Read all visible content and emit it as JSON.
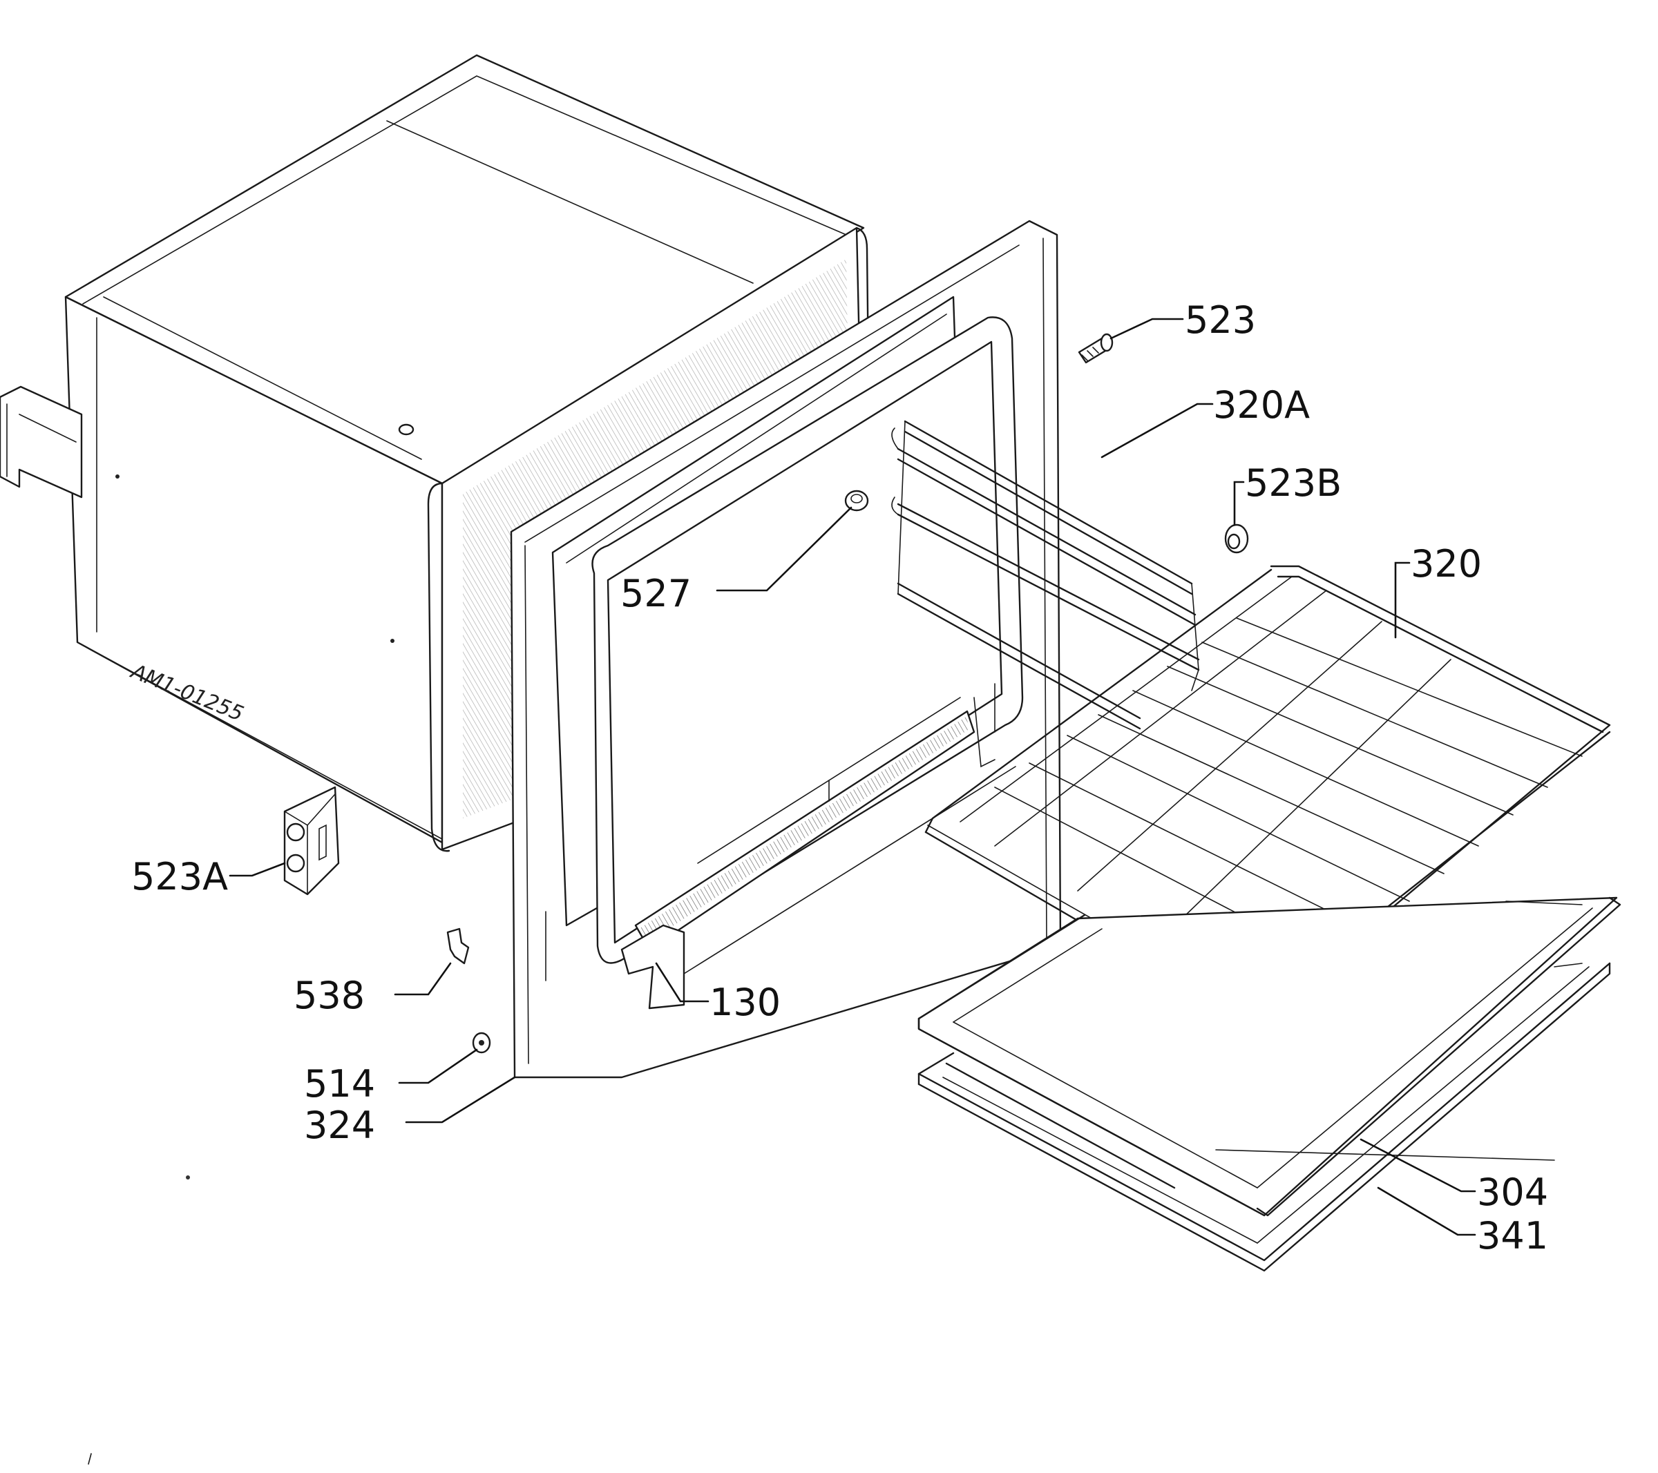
{
  "diagram": {
    "drawing_code": "AM1-01255",
    "callouts": [
      {
        "id": "523",
        "label": "523"
      },
      {
        "id": "320A",
        "label": "320A"
      },
      {
        "id": "523B",
        "label": "523B"
      },
      {
        "id": "320",
        "label": "320"
      },
      {
        "id": "527",
        "label": "527"
      },
      {
        "id": "523A",
        "label": "523A"
      },
      {
        "id": "538",
        "label": "538"
      },
      {
        "id": "130",
        "label": "130"
      },
      {
        "id": "514",
        "label": "514"
      },
      {
        "id": "324",
        "label": "324"
      },
      {
        "id": "304",
        "label": "304"
      },
      {
        "id": "341",
        "label": "341"
      }
    ]
  }
}
